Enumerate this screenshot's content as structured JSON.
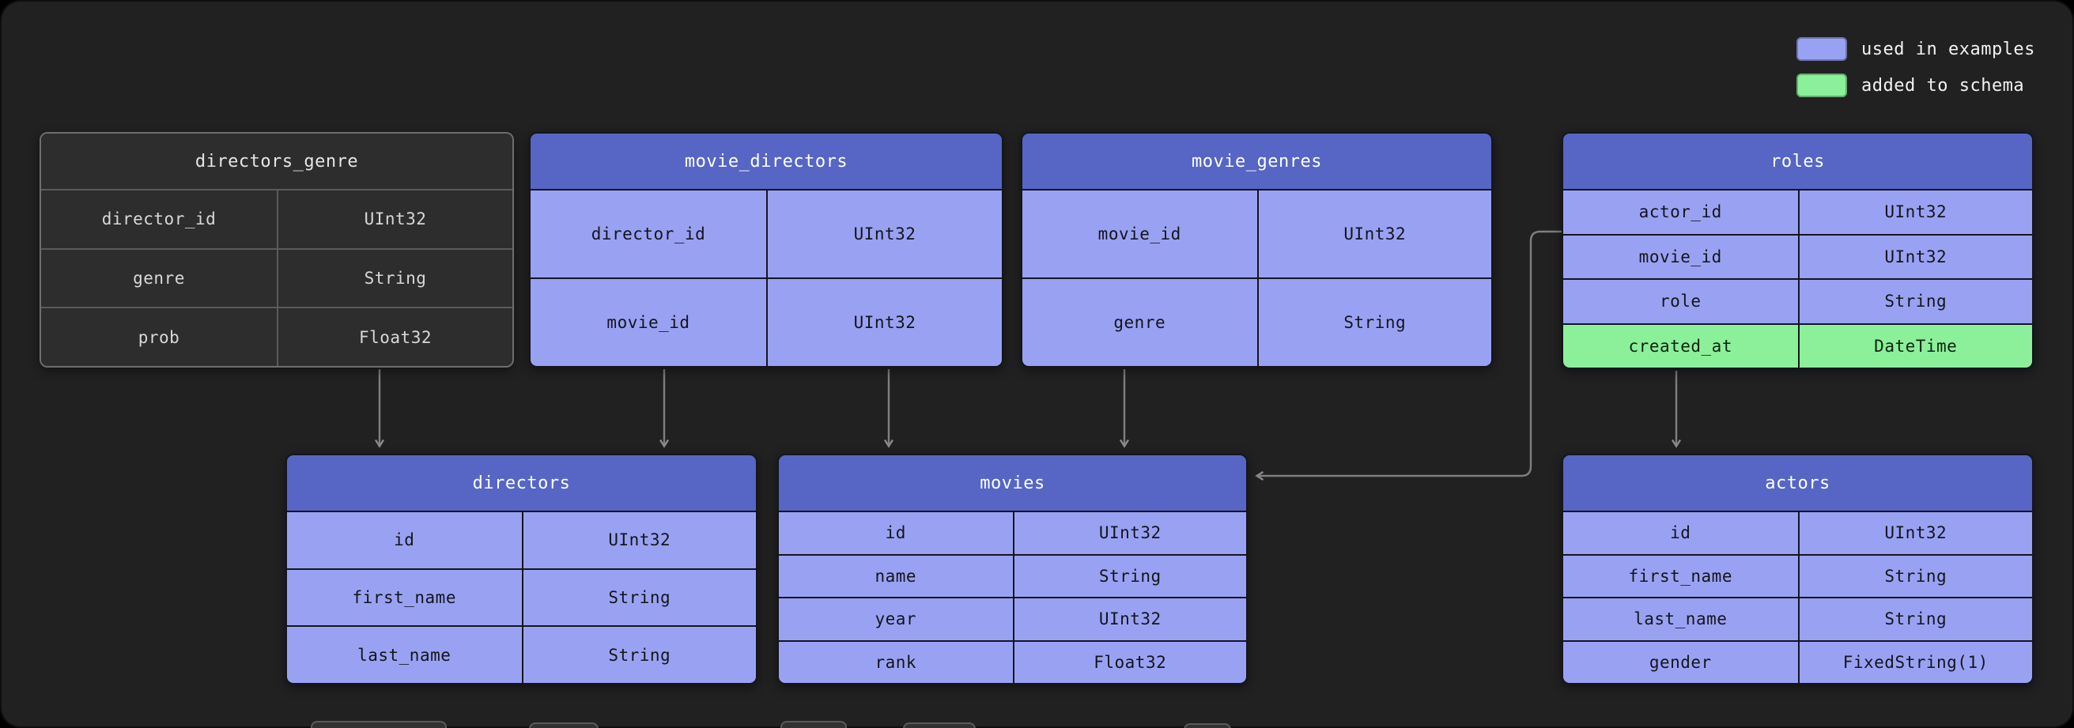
{
  "legend": [
    {
      "label": "used in examples",
      "swatch": "blue"
    },
    {
      "label": "added to schema",
      "swatch": "green"
    }
  ],
  "colors": {
    "header_blue": "#5766c4",
    "cell_blue": "#99a2f2",
    "added_green": "#8cf09a",
    "arrow_gray": "#858585",
    "canvas": "#212121"
  },
  "tables": [
    {
      "id": "directors_genre",
      "title": "directors_genre",
      "variant": "plain",
      "columns": [
        {
          "name": "director_id",
          "type": "UInt32"
        },
        {
          "name": "genre",
          "type": "String"
        },
        {
          "name": "prob",
          "type": "Float32"
        }
      ]
    },
    {
      "id": "movie_directors",
      "title": "movie_directors",
      "variant": "blue",
      "columns": [
        {
          "name": "director_id",
          "type": "UInt32"
        },
        {
          "name": "movie_id",
          "type": "UInt32"
        }
      ]
    },
    {
      "id": "movie_genres",
      "title": "movie_genres",
      "variant": "blue",
      "columns": [
        {
          "name": "movie_id",
          "type": "UInt32"
        },
        {
          "name": "genre",
          "type": "String"
        }
      ]
    },
    {
      "id": "roles",
      "title": "roles",
      "variant": "blue",
      "columns": [
        {
          "name": "actor_id",
          "type": "UInt32"
        },
        {
          "name": "movie_id",
          "type": "UInt32"
        },
        {
          "name": "role",
          "type": "String"
        },
        {
          "name": "created_at",
          "type": "DateTime",
          "highlight": true
        }
      ]
    },
    {
      "id": "directors",
      "title": "directors",
      "variant": "blue",
      "columns": [
        {
          "name": "id",
          "type": "UInt32"
        },
        {
          "name": "first_name",
          "type": "String"
        },
        {
          "name": "last_name",
          "type": "String"
        }
      ]
    },
    {
      "id": "movies",
      "title": "movies",
      "variant": "blue",
      "columns": [
        {
          "name": "id",
          "type": "UInt32"
        },
        {
          "name": "name",
          "type": "String"
        },
        {
          "name": "year",
          "type": "UInt32"
        },
        {
          "name": "rank",
          "type": "Float32"
        }
      ]
    },
    {
      "id": "actors",
      "title": "actors",
      "variant": "blue",
      "columns": [
        {
          "name": "id",
          "type": "UInt32"
        },
        {
          "name": "first_name",
          "type": "String"
        },
        {
          "name": "last_name",
          "type": "String"
        },
        {
          "name": "gender",
          "type": "FixedString(1)"
        }
      ]
    }
  ],
  "relationships": [
    {
      "from": "directors_genre",
      "to": "directors"
    },
    {
      "from": "movie_directors",
      "to": "directors"
    },
    {
      "from": "movie_directors",
      "to": "movies"
    },
    {
      "from": "movie_genres",
      "to": "movies"
    },
    {
      "from": "roles",
      "to": "movies"
    },
    {
      "from": "roles",
      "to": "actors"
    }
  ]
}
